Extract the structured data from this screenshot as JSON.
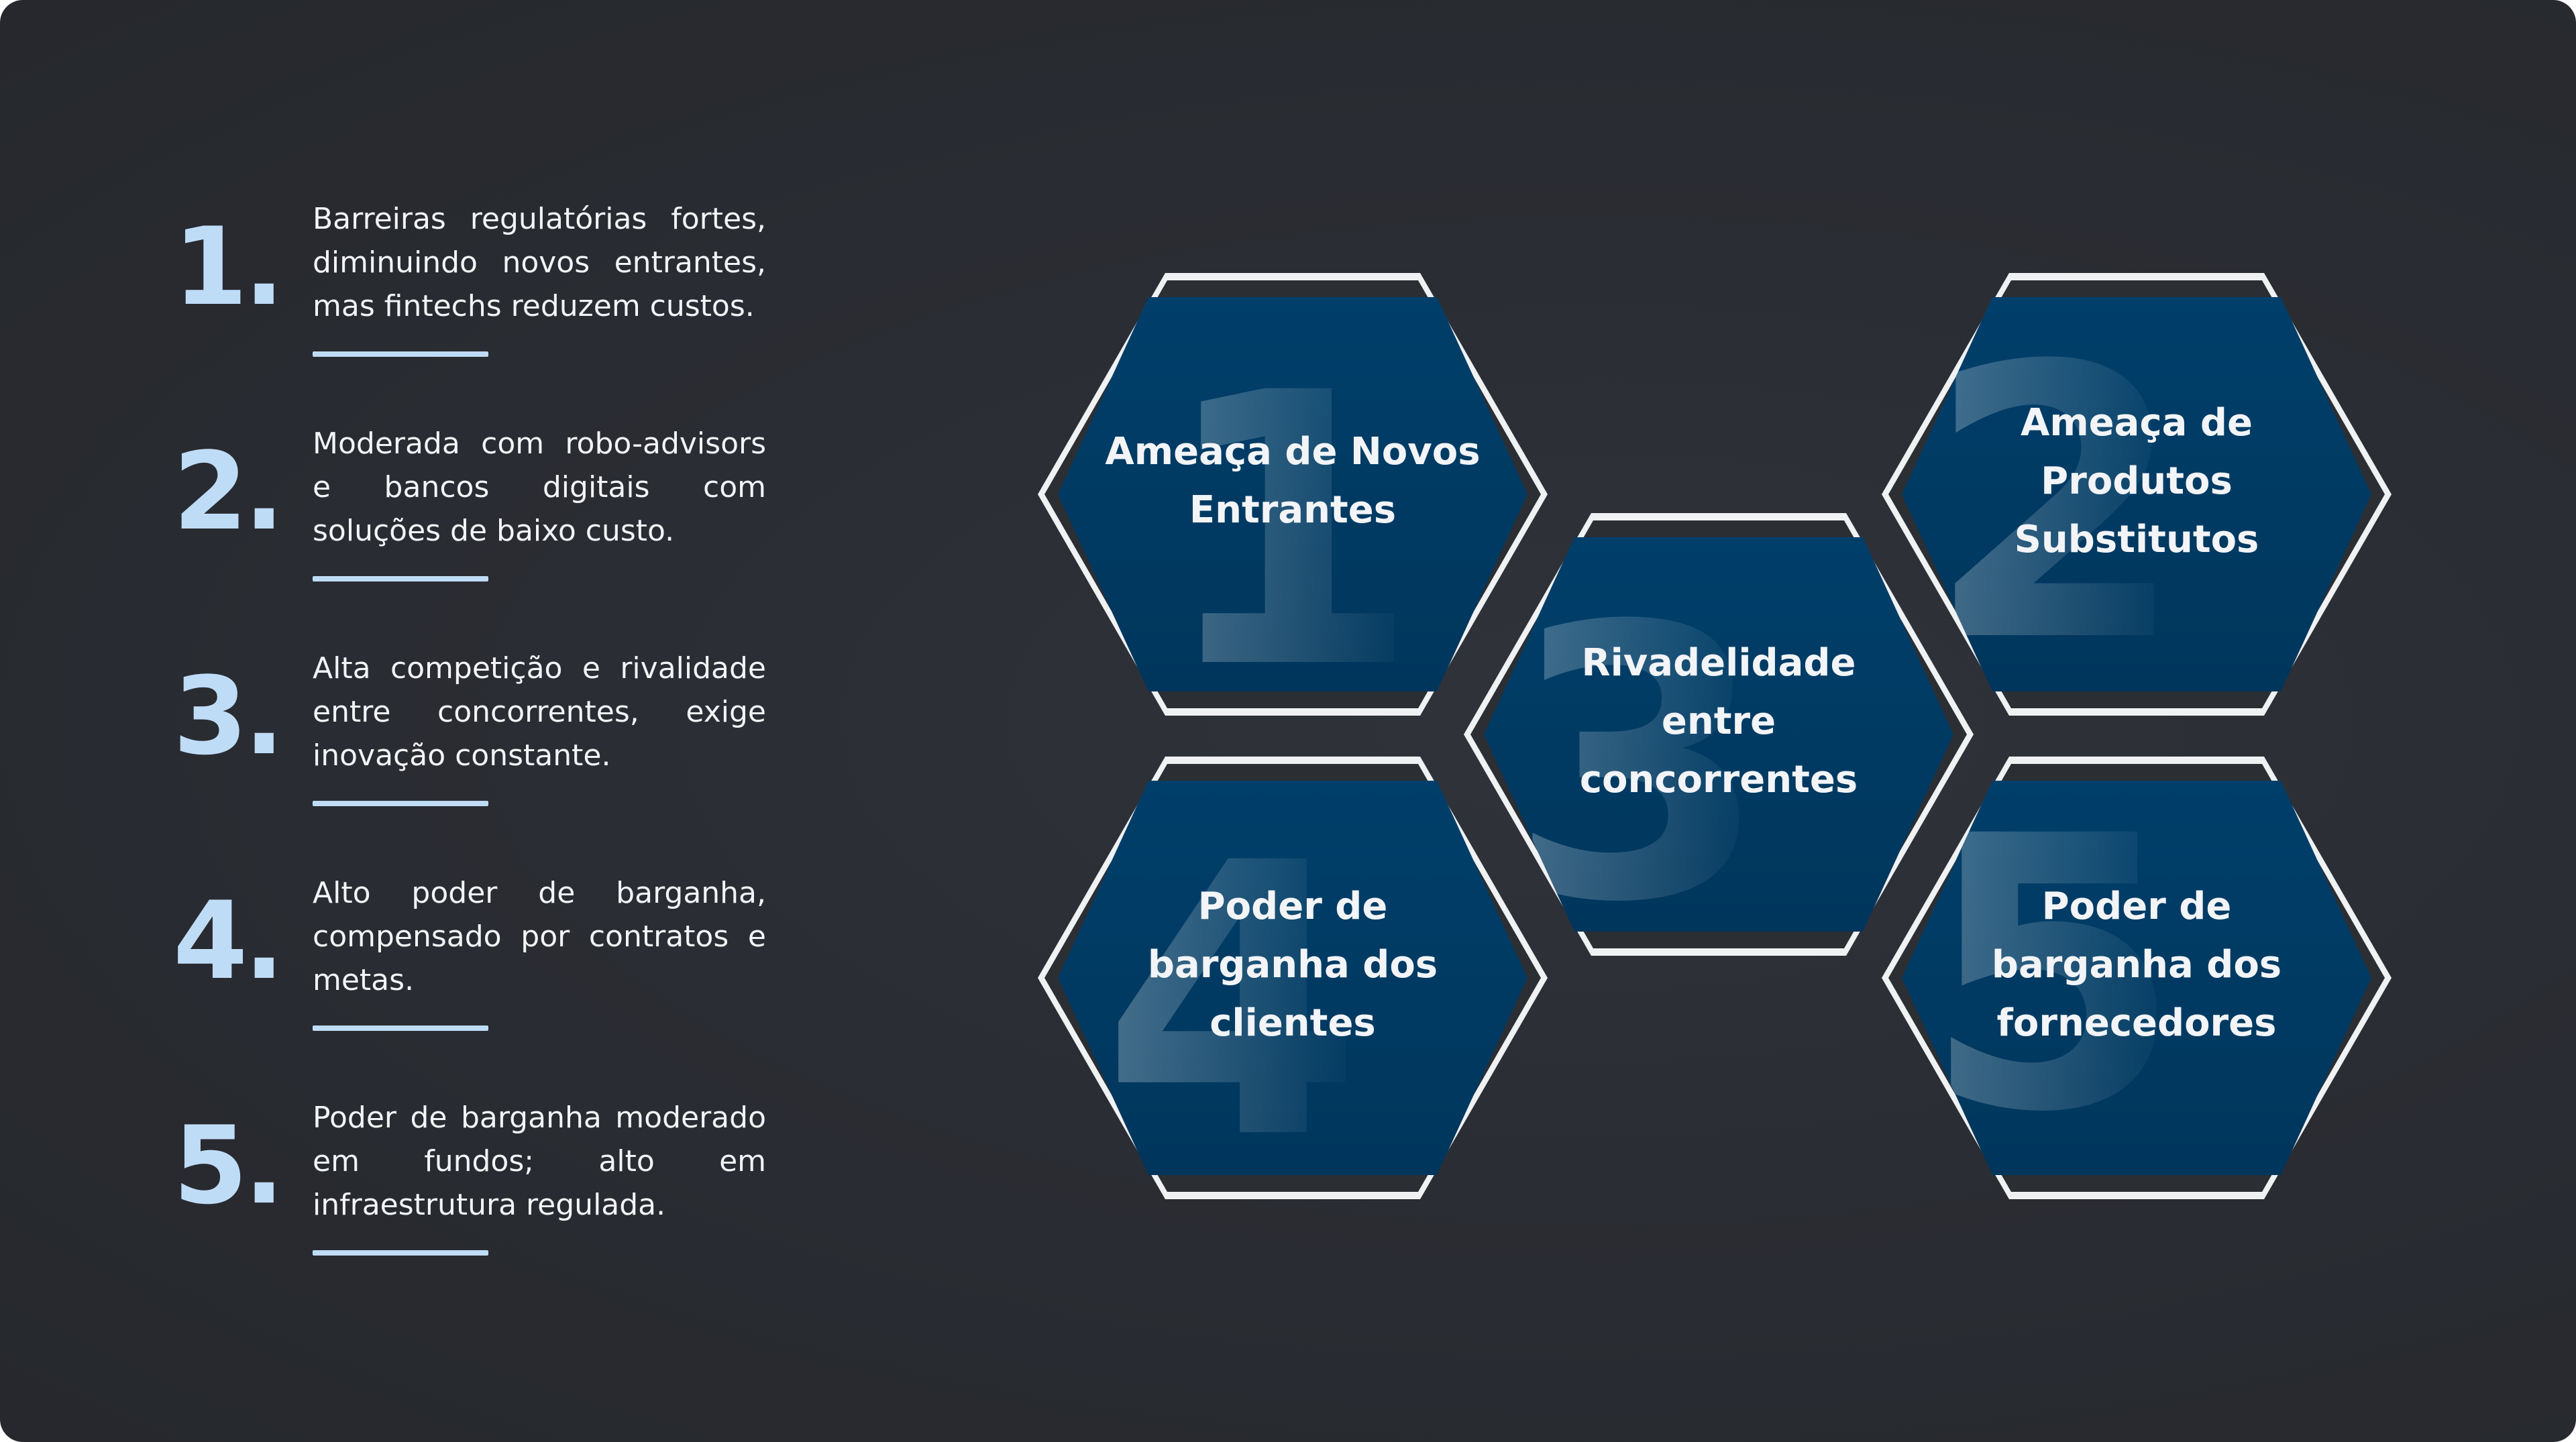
{
  "colors": {
    "background": "#2a2d33",
    "accent": "#bfdcf7",
    "hexagon_fill": "#003a63",
    "hexagon_border": "#f0f1f3",
    "text": "#f2f4f7"
  },
  "list": [
    {
      "number": "1.",
      "text": "Barreiras regulatórias fortes, diminuindo novos entrantes, mas fintechs reduzem custos."
    },
    {
      "number": "2.",
      "text": "Moderada com robo-advisors e bancos digitais com soluções de baixo custo."
    },
    {
      "number": "3.",
      "text": "Alta competição e rivalidade entre concorrentes, exige inovação constante."
    },
    {
      "number": "4.",
      "text": "Alto poder de barganha, compensado por contratos e metas."
    },
    {
      "number": "5.",
      "text": "Poder de barganha moderado em fundos; alto em infraestrutura regulada."
    }
  ],
  "forces": [
    {
      "digit": "1",
      "title": "Ameaça de Novos Entrantes"
    },
    {
      "digit": "2",
      "title": "Ameaça de Produtos Substitutos"
    },
    {
      "digit": "3",
      "title": "Rivadelidade entre concorrentes"
    },
    {
      "digit": "4",
      "title": "Poder de barganha  dos clientes"
    },
    {
      "digit": "5",
      "title": "Poder de barganha dos fornecedores"
    }
  ]
}
